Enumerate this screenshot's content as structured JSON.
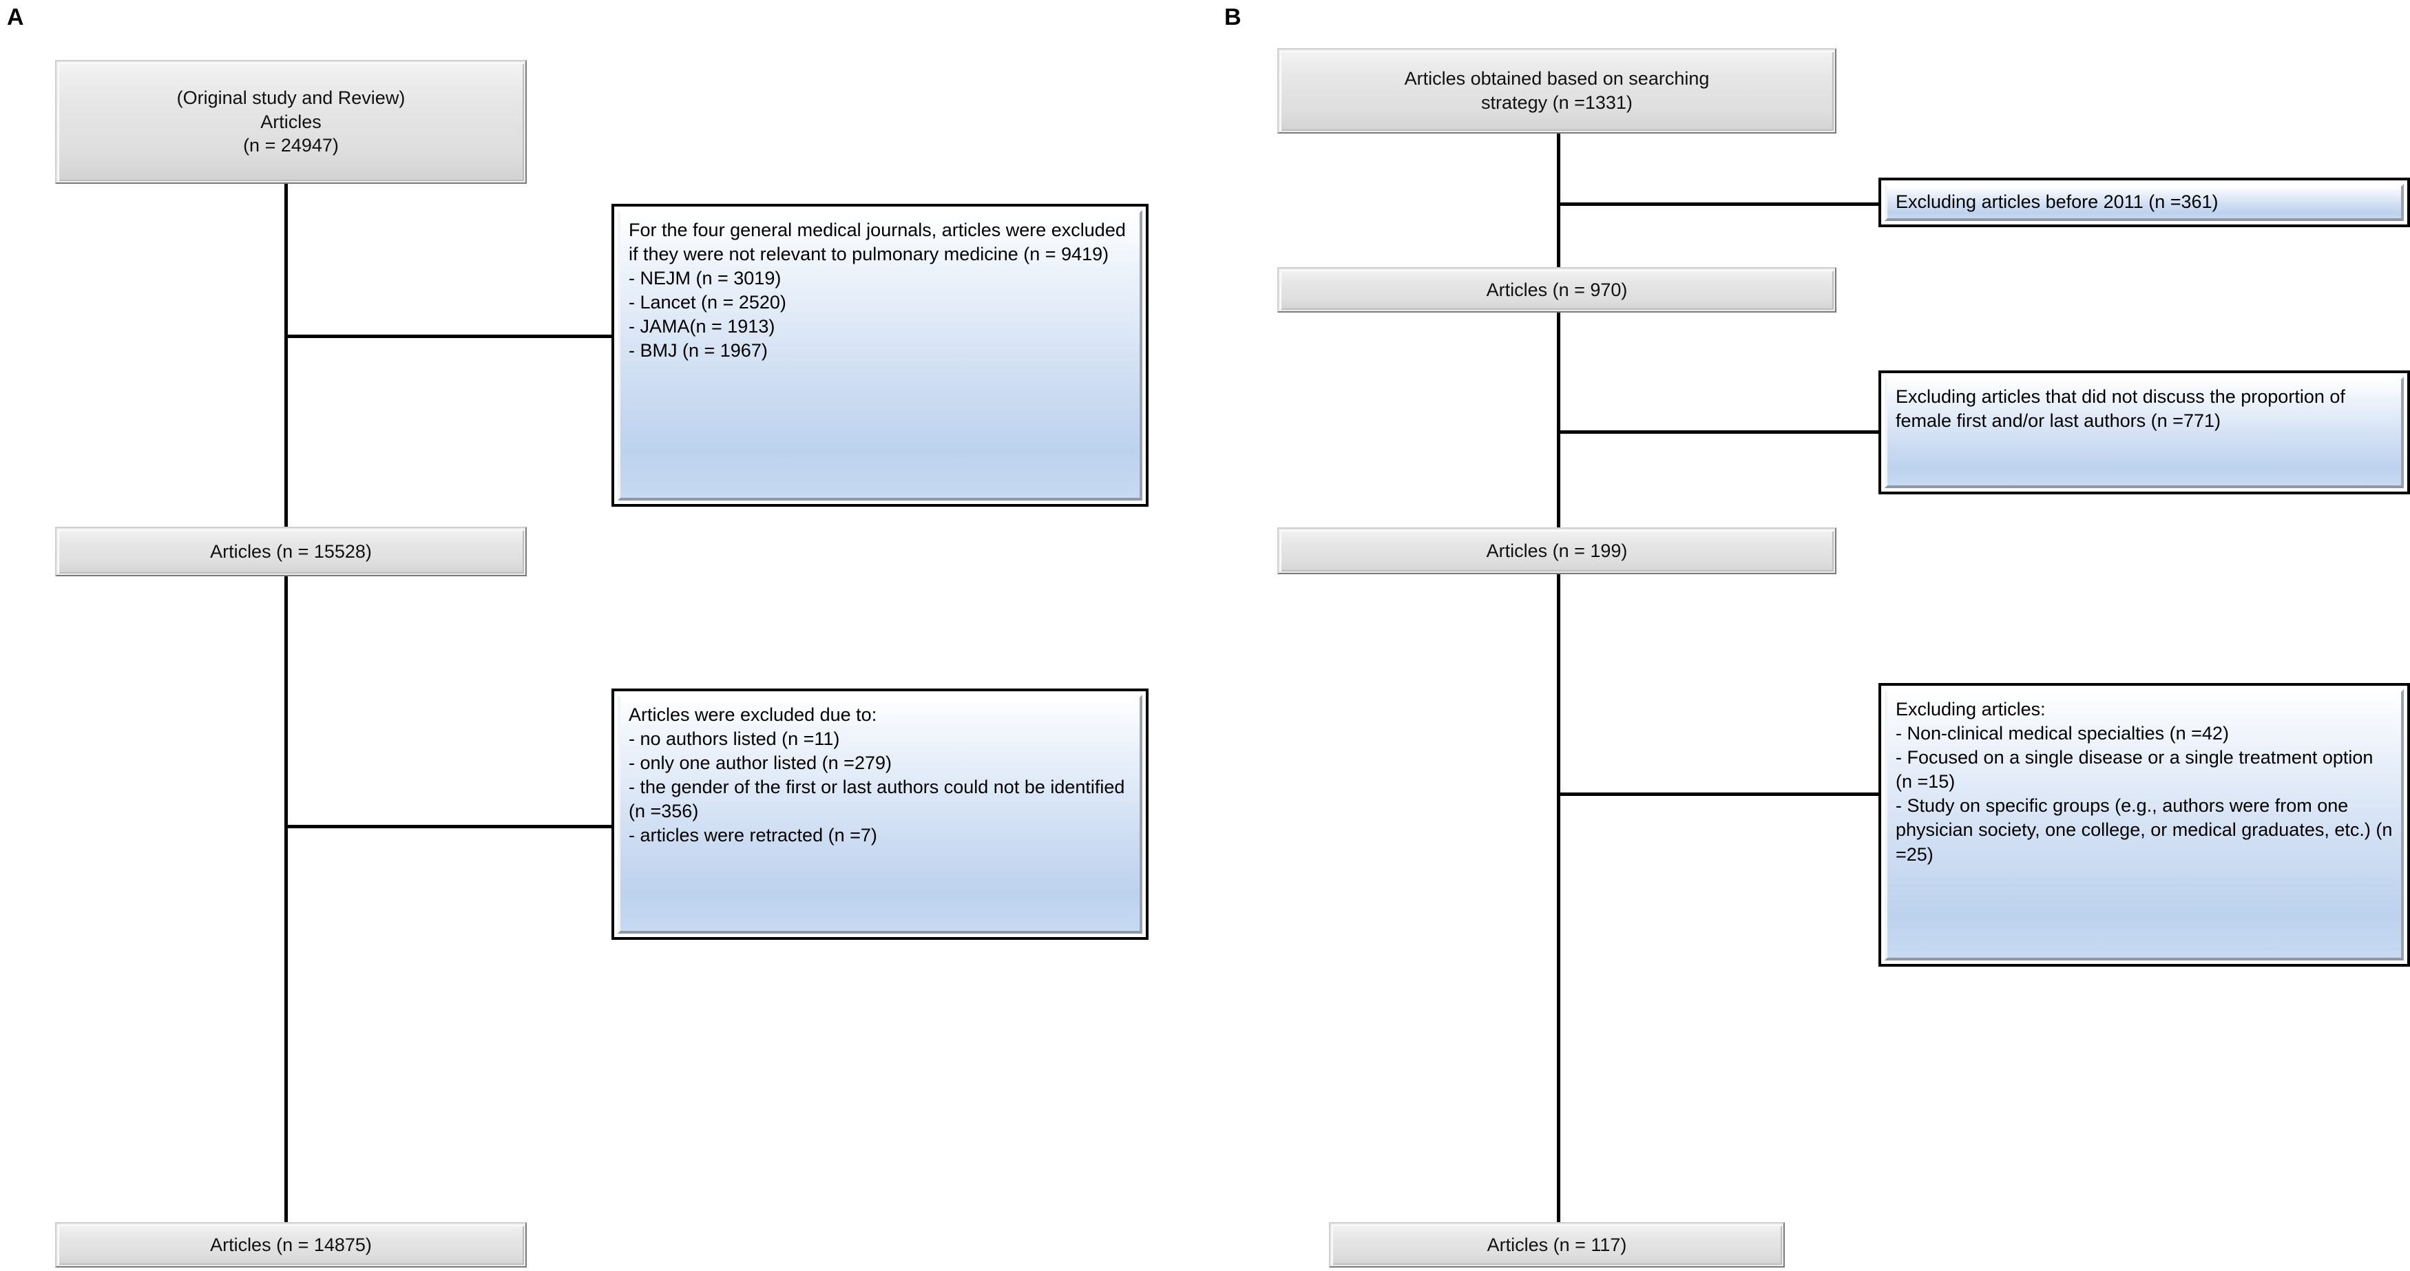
{
  "figure": {
    "type": "prisma-flow-diagram",
    "panels": [
      {
        "id": "A",
        "letter": "A",
        "nodes": {
          "source": {
            "label": "(Original study and Review)\nArticles\n(n = 24947)",
            "style": "grey"
          },
          "exclusion_1": {
            "label": "For the four general medical journals, articles were excluded if they were not relevant to pulmonary medicine (n = 9419)\n- NEJM (n = 3019)\n- Lancet (n = 2520)\n- JAMA(n = 1913)\n- BMJ (n = 1967)",
            "style": "blue"
          },
          "middle": {
            "label": "Articles (n = 15528)",
            "style": "grey"
          },
          "exclusion_2": {
            "label": "Articles were excluded due to:\n- no authors listed (n =11)\n- only one author listed (n =279)\n- the gender of the first or last authors could not be identified  (n =356)\n- articles were retracted (n =7)",
            "style": "blue"
          },
          "final": {
            "label": "Articles (n = 14875)",
            "style": "grey"
          }
        }
      },
      {
        "id": "B",
        "letter": "B",
        "nodes": {
          "source": {
            "label": "Articles obtained based on searching\nstrategy (n =1331)",
            "style": "grey"
          },
          "exclusion_1": {
            "label": "Excluding articles before 2011 (n =361)",
            "style": "blue"
          },
          "middle_1": {
            "label": "Articles (n = 970)",
            "style": "grey"
          },
          "exclusion_2": {
            "label": "Excluding articles that did not discuss the proportion of female first and/or last authors (n =771)",
            "style": "blue"
          },
          "middle_2": {
            "label": "Articles (n = 199)",
            "style": "grey"
          },
          "exclusion_3": {
            "label": "Excluding articles:\n- Non-clinical medical specialties (n =42)\n- Focused on a single disease or a single treatment option (n =15)\n- Study on specific groups (e.g., authors were from one physician society, one college, or medical graduates, etc.) (n =25)",
            "style": "blue"
          },
          "final": {
            "label": "Articles (n = 117)",
            "style": "grey"
          }
        }
      }
    ],
    "colors": {
      "line": "#000000",
      "grey_box_fill": "#e6e6e6",
      "grey_box_border": "#7a7a7a",
      "blue_box_fill_top": "#ffffff",
      "blue_box_fill_bottom": "#bdd2ee",
      "blue_box_border": "#000000",
      "text": "#000000"
    }
  }
}
